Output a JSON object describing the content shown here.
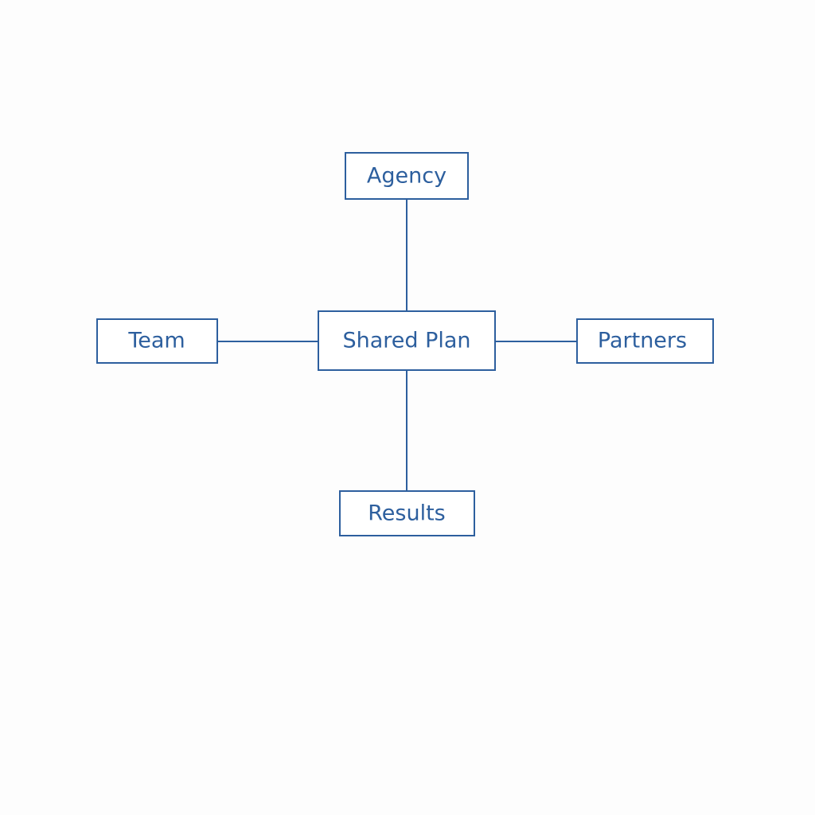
{
  "diagram": {
    "line_color": "#2d5f9e",
    "background": "#fdfdfd",
    "center": {
      "label": "Shared Plan"
    },
    "top": {
      "label": "Agency"
    },
    "left": {
      "label": "Team"
    },
    "right": {
      "label": "Partners"
    },
    "bottom": {
      "label": "Results"
    },
    "connections": [
      {
        "from": "Shared Plan",
        "to": "Agency"
      },
      {
        "from": "Shared Plan",
        "to": "Team"
      },
      {
        "from": "Shared Plan",
        "to": "Partners"
      },
      {
        "from": "Shared Plan",
        "to": "Results"
      }
    ]
  }
}
